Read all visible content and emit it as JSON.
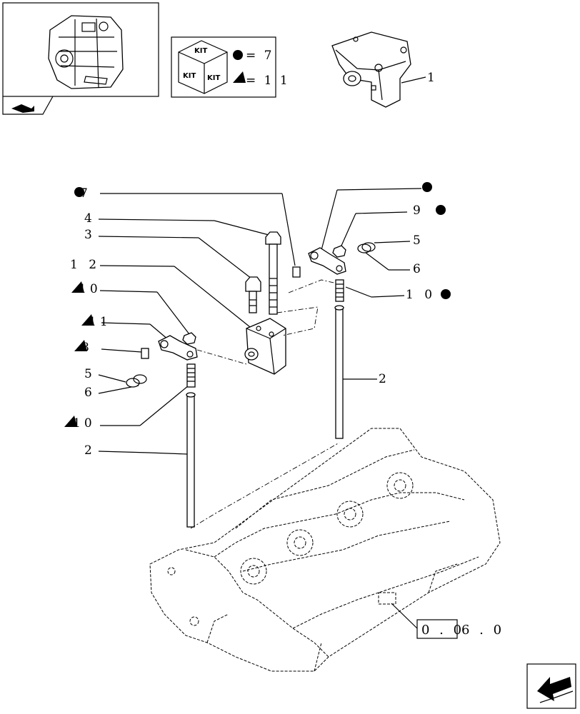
{
  "kit_box": {
    "kit_word": "KIT",
    "circle_qty": "= 7",
    "triangle_qty": "= 1 1"
  },
  "ref_box": {
    "boxed": "0 . 0",
    "rest": "6 . 0"
  },
  "callouts": {
    "c7_top": "7",
    "c4": "4",
    "c3": "3",
    "c12": "1 2",
    "c10_left": "10",
    "c11_left": "11",
    "c8_left": "8",
    "c5_left": "5",
    "c6_left": "6",
    "c1_left": "10",
    "c2_left": "2",
    "c9_right": "9",
    "c5_right": "5",
    "c6_right": "6",
    "c10_right": "1 0",
    "c2_right": "2",
    "c1_top": "1"
  },
  "icons": {
    "engine": "engine-thumbnail-icon",
    "nav_left": "back-arrow-icon",
    "nav_right": "next-page-arrow-icon"
  }
}
